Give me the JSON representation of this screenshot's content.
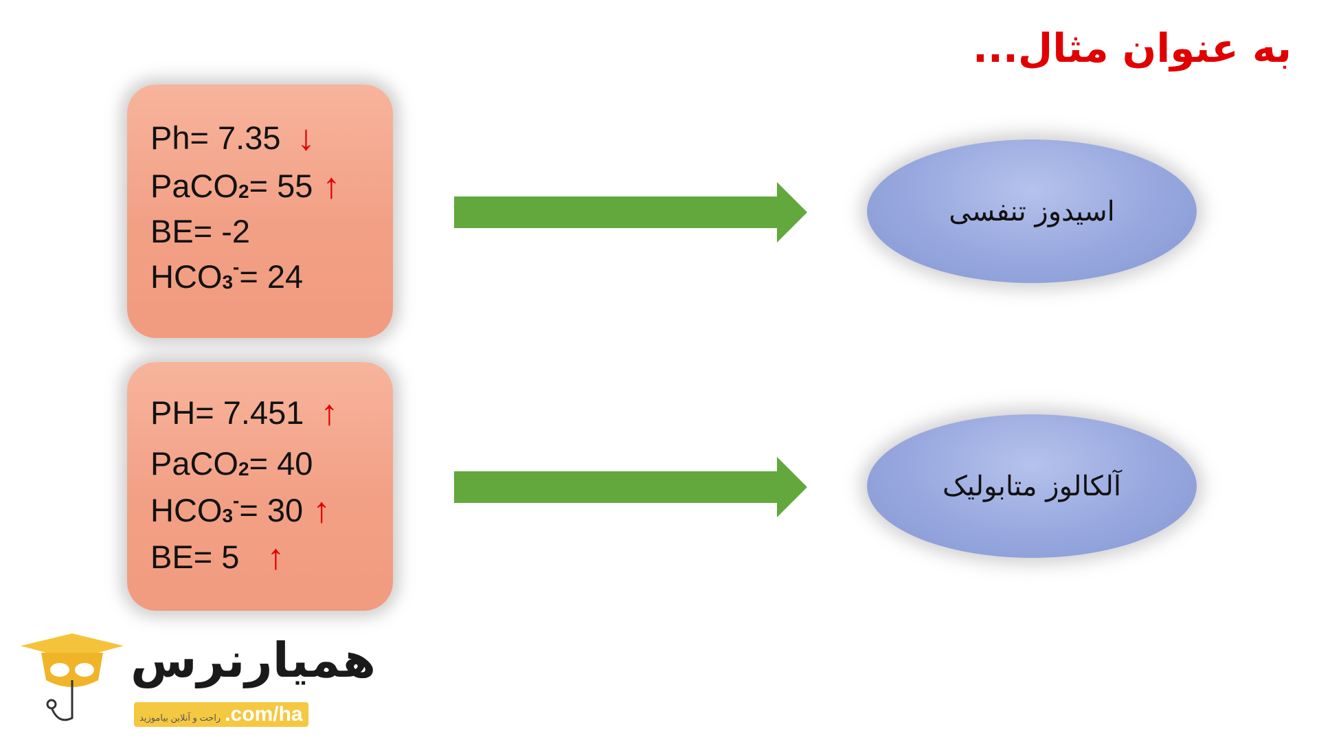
{
  "title": "به عنوان مثال...",
  "examples": [
    {
      "lines": [
        {
          "label": "Ph= 7.35",
          "arrow": "↓"
        },
        {
          "label": "PaCO",
          "sub": "2",
          "rest": " = 55",
          "arrow": "↑"
        },
        {
          "label": "BE= -2"
        },
        {
          "label": "HCO",
          "sub": "3",
          "sup": "-",
          "rest": " = 24"
        }
      ],
      "result": "اسیدوز تنفسی"
    },
    {
      "lines": [
        {
          "label": "PH= 7.451",
          "arrow": "↑"
        },
        {
          "label": "PaCO",
          "sub": "2",
          "rest": "= 40"
        },
        {
          "label": "HCO",
          "sub": "3",
          "sup": "-",
          "rest": "= 30",
          "arrow": "↑"
        },
        {
          "label": "BE= 5",
          "arrow": "↑"
        }
      ],
      "result": "آلکالوز متابولیک"
    }
  ],
  "logo": {
    "name": "همیارنرس",
    "tag": ".com/ha",
    "slogan": "راحت و آنلاین بیاموزید"
  },
  "colors": {
    "title": "#e00000",
    "arrow_green": "#62a83d",
    "box": "#f2a085",
    "ellipse": "#97a7de"
  }
}
